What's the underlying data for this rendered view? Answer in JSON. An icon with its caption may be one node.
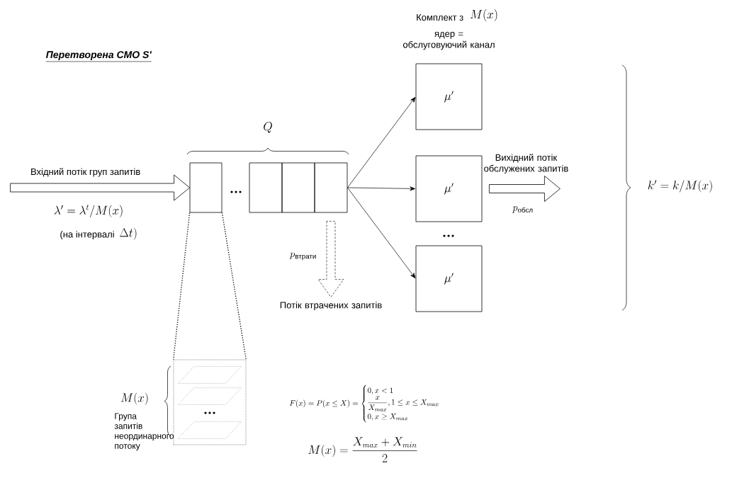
{
  "diagram": {
    "title": "Перетворена СМО S'",
    "nodes": [
      {
        "text": [],
        "shape": "box"
      },
      {
        "text": [],
        "shape": "box"
      },
      {
        "text": [],
        "shape": "box"
      },
      {
        "text": [],
        "shape": "box"
      },
      {
        "text": [
          "\\mu'"
        ],
        "beside": [
          "Комплект з",
          "M(x)",
          "ядер = обслуговуючий канал"
        ]
      },
      {
        "text": [
          "\\mu'"
        ]
      },
      {
        "text": [
          "\\mu'"
        ]
      },
      {
        "text": [
          "Потік втрачених запитів"
        ]
      },
      {
        "text": [],
        "shape": "box"
      },
      {
        "text": [],
        "shape": "parallelogram",
        "in": 8
      },
      {
        "text": [],
        "shape": "parallelogram",
        "in": 8
      },
      {
        "text": [],
        "shape": "parallelogram",
        "in": 8
      }
    ],
    "edges": [
      {
        "from": null,
        "to": 0,
        "arrow": "to",
        "label": "Вхідний потік груп запитів",
        "style": "thick"
      },
      {
        "from": 3,
        "to": 4,
        "arrow": "to"
      },
      {
        "from": 3,
        "to": 5,
        "arrow": "to"
      },
      {
        "from": 3,
        "to": 6,
        "arrow": "to"
      },
      {
        "from": 5,
        "to": null,
        "arrow": "to",
        "label": "Вихідний потік обслужених запитів",
        "style": "thick"
      },
      {
        "from": 3,
        "to": 7,
        "arrow": "to",
        "style": "dashed"
      },
      {
        "from": 0,
        "to": 8,
        "arrow": "none",
        "style": "dashed"
      },
      {
        "from": 0,
        "to": 8,
        "arrow": "none",
        "style": "dashed"
      }
    ],
    "labels": [
      "Q",
      "\\lambda' = \\lambda^t/M(x)",
      "(на інтервалі",
      "\\Delta t)",
      "p_{\\text{втрати}}",
      "p_{\\text{обсл}}",
      "k' = k/M(x)",
      "M(x)",
      "Група запитів неординарного потоку",
      "F(x) = P(x \\le X) = \\begin{cases} 0, x < 1 \\\\ \\dfrac{x}{X_{max}}, 1 \\le x \\le X_{max} \\\\ 0, x \\ge X_{max} \\end{cases}",
      "M(x) = \\frac{X_{max} + X_{min}}{2}"
    ]
  }
}
